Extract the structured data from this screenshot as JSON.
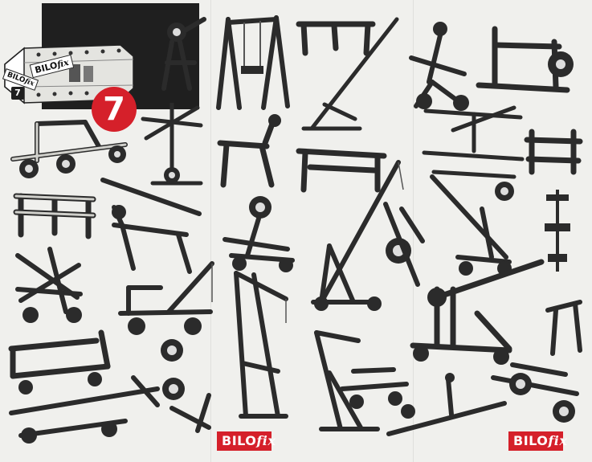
{
  "brand": {
    "bilo": "BILO",
    "fix": "fix"
  },
  "set_number": "7",
  "box": {
    "brand_bilo": "BILO",
    "brand_fix": "fix",
    "number": "7"
  },
  "colors": {
    "brand_red": "#d5202a",
    "paper": "#f0f0ed",
    "model_metal": "#cfcfca",
    "model_dark": "#2b2b2b"
  }
}
